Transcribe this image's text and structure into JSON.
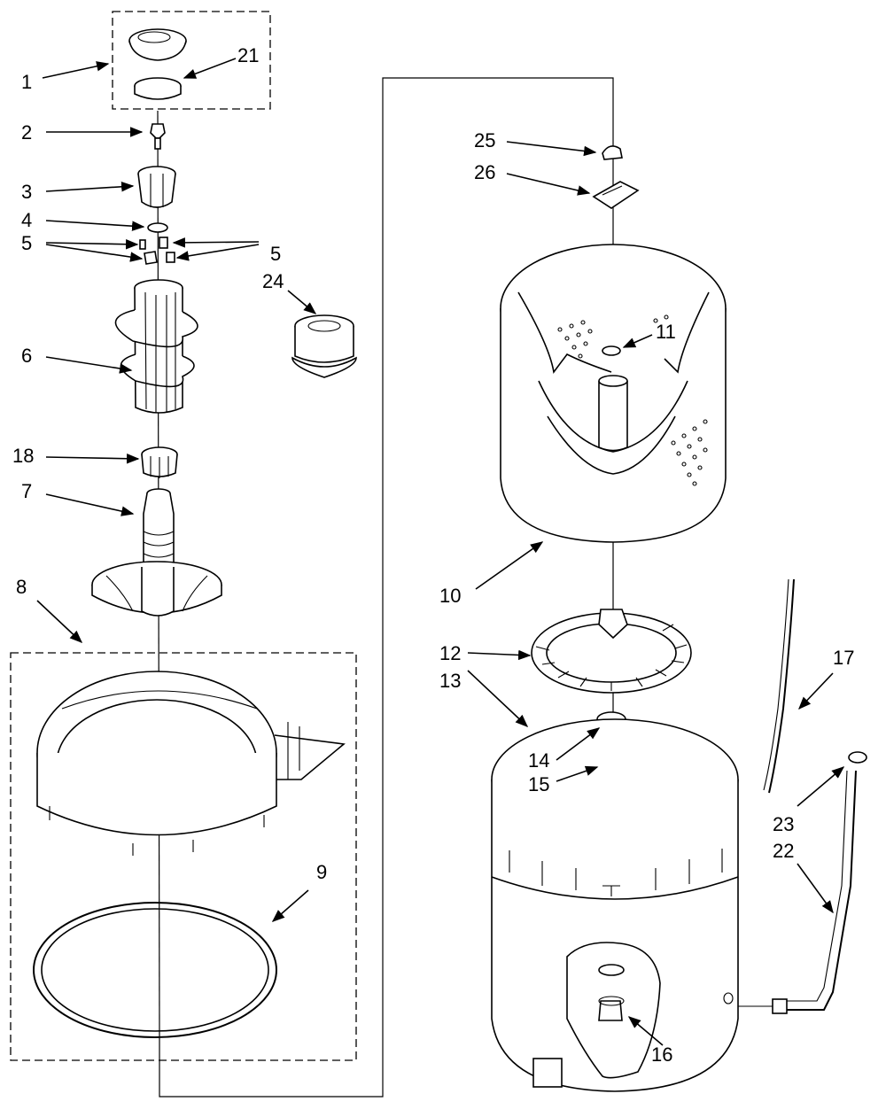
{
  "callouts": {
    "c1": "1",
    "c2": "2",
    "c3": "3",
    "c4": "4",
    "c5a": "5",
    "c5b": "5",
    "c6": "6",
    "c7": "7",
    "c8": "8",
    "c9": "9",
    "c10": "10",
    "c11": "11",
    "c12": "12",
    "c13": "13",
    "c14": "14",
    "c15": "15",
    "c16": "16",
    "c17": "17",
    "c18": "18",
    "c21": "21",
    "c22": "22",
    "c23": "23",
    "c24": "24",
    "c25": "25",
    "c26": "26"
  }
}
